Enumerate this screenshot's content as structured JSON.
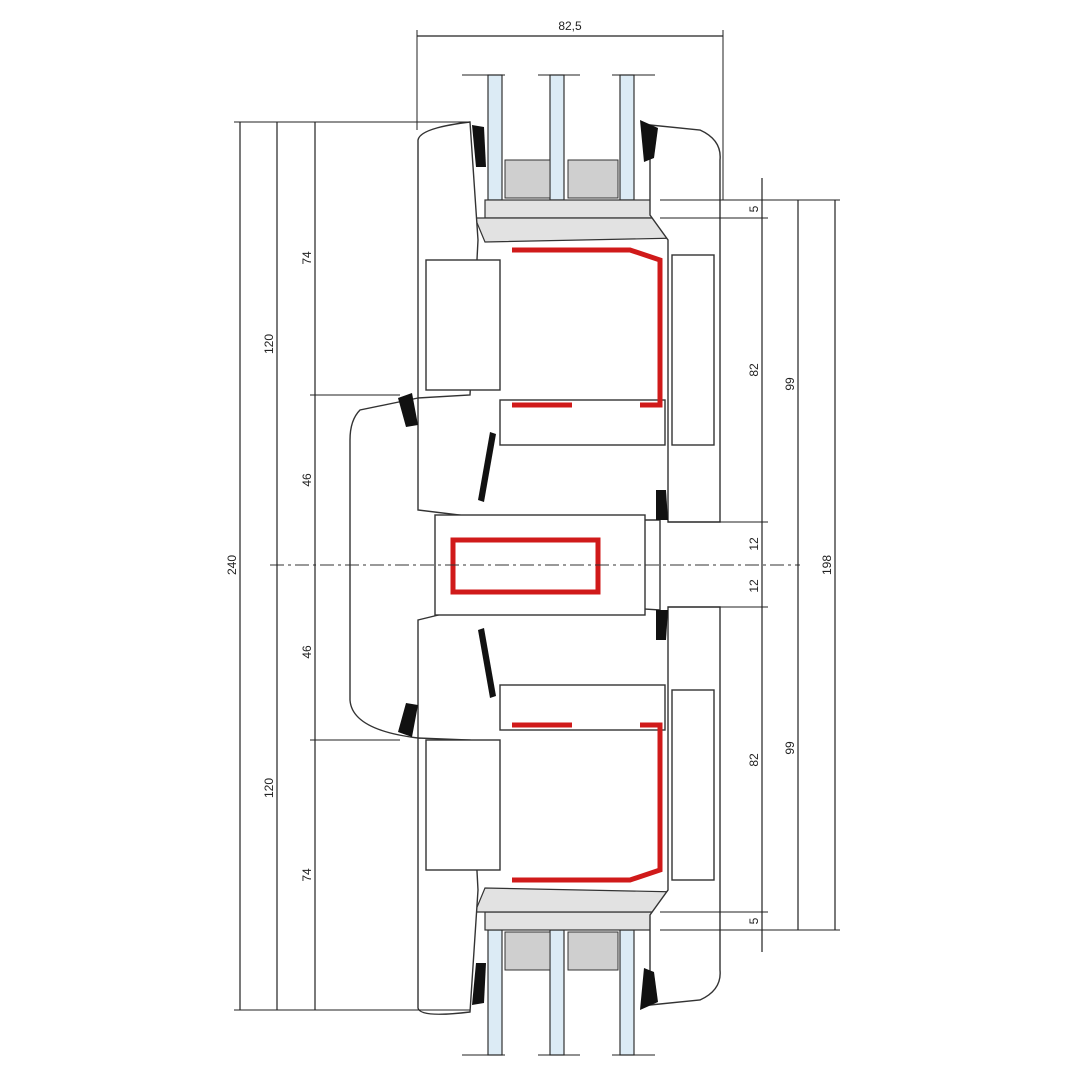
{
  "dimensions": {
    "top_width": "82,5",
    "left": {
      "overall": "240",
      "upper_half": "120",
      "lower_half": "120",
      "upper_frame": "74",
      "upper_sash": "46",
      "lower_sash": "46",
      "lower_frame": "74"
    },
    "right": {
      "upper_glass_offset": "5",
      "upper_sash": "82",
      "upper_mullion": "12",
      "lower_mullion": "12",
      "lower_sash": "82",
      "lower_glass_offset": "5",
      "upper_sash_total": "99",
      "lower_sash_total": "99",
      "overall": "198"
    }
  },
  "colors": {
    "steel_reinforcement": "#d01a1a",
    "glass": "#dcebf5",
    "gasket": "#111111"
  }
}
